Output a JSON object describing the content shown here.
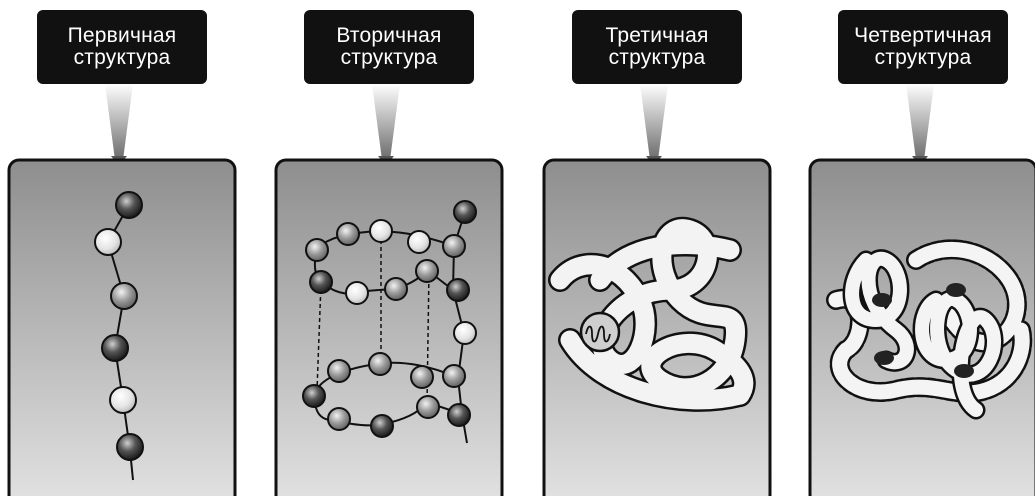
{
  "panels": [
    {
      "id": "primary",
      "line1": "Первичная",
      "line2": "структура"
    },
    {
      "id": "secondary",
      "line1": "Вторичная",
      "line2": "структура"
    },
    {
      "id": "tertiary",
      "line1": "Третичная",
      "line2": "структура"
    },
    {
      "id": "quaternary",
      "line1": "Четвертичная",
      "line2": "структура"
    }
  ]
}
